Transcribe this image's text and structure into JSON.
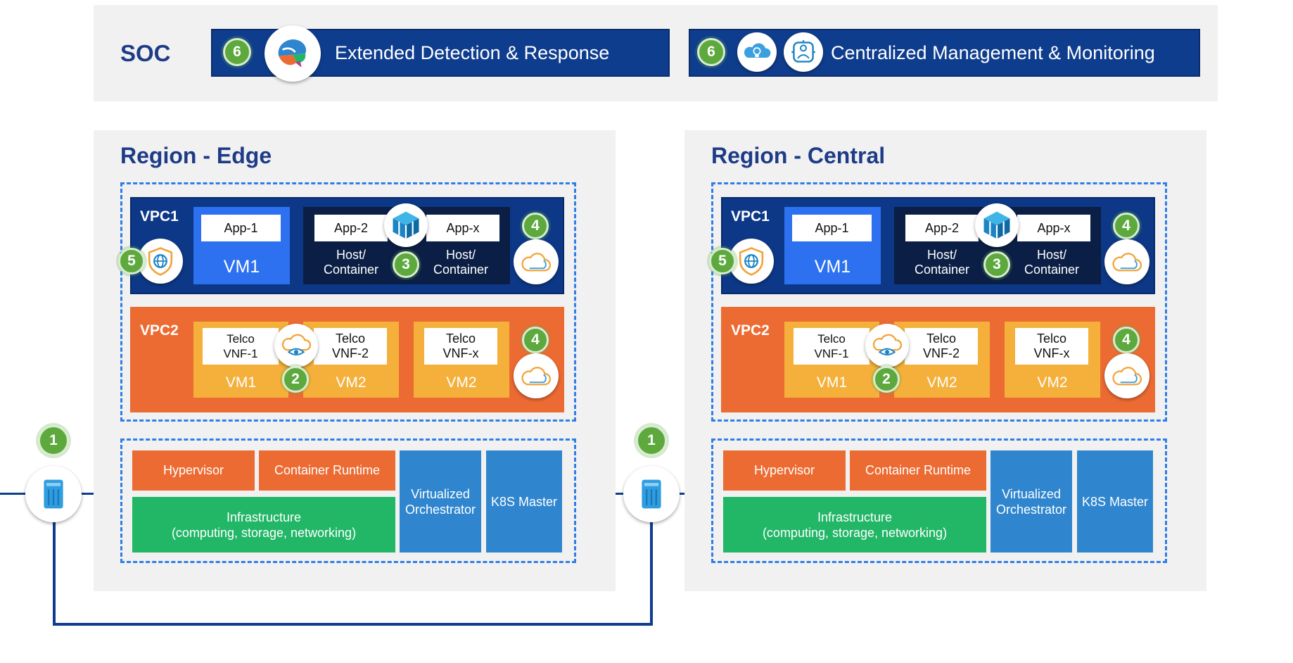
{
  "soc": {
    "label": "SOC",
    "xdr": {
      "badge": "6",
      "label": "Extended Detection & Response"
    },
    "mgmt": {
      "badge": "6",
      "label": "Centralized Management & Monitoring"
    }
  },
  "regions": [
    {
      "title": "Region - Edge",
      "vpc1": {
        "label": "VPC1",
        "app1": "App-1",
        "vm1": "VM1",
        "app2": "App-2",
        "appx": "App-x",
        "host_line1": "Host/",
        "host_line2": "Container",
        "badge_host": "3",
        "badge_cloud": "4",
        "badge_shield": "5"
      },
      "vpc2": {
        "label": "VPC2",
        "telco1_line1": "Telco",
        "telco1_line2": "VNF-1",
        "telco2_line1": "Telco",
        "telco2_line2": "VNF-2",
        "telcox_line1": "Telco",
        "telcox_line2": "VNF-x",
        "vm1": "VM1",
        "vm2a": "VM2",
        "vm2b": "VM2",
        "badge_vnf": "2",
        "badge_cloud": "4"
      },
      "infra": {
        "hypervisor": "Hypervisor",
        "container_runtime": "Container Runtime",
        "infrastructure_line1": "Infrastructure",
        "infrastructure_line2": "(computing, storage, networking)",
        "orchestrator_line1": "Virtualized",
        "orchestrator_line2": "Orchestrator",
        "k8s": "K8S Master"
      },
      "gateway_badge": "1"
    },
    {
      "title": "Region - Central",
      "vpc1": {
        "label": "VPC1",
        "app1": "App-1",
        "vm1": "VM1",
        "app2": "App-2",
        "appx": "App-x",
        "host_line1": "Host/",
        "host_line2": "Container",
        "badge_host": "3",
        "badge_cloud": "4",
        "badge_shield": "5"
      },
      "vpc2": {
        "label": "VPC2",
        "telco1_line1": "Telco",
        "telco1_line2": "VNF-1",
        "telco2_line1": "Telco",
        "telco2_line2": "VNF-2",
        "telcox_line1": "Telco",
        "telcox_line2": "VNF-x",
        "vm1": "VM1",
        "vm2a": "VM2",
        "vm2b": "VM2",
        "badge_vnf": "2",
        "badge_cloud": "4"
      },
      "infra": {
        "hypervisor": "Hypervisor",
        "container_runtime": "Container Runtime",
        "infrastructure_line1": "Infrastructure",
        "infrastructure_line2": "(computing, storage, networking)",
        "orchestrator_line1": "Virtualized",
        "orchestrator_line2": "Orchestrator",
        "k8s": "K8S Master"
      },
      "gateway_badge": "1"
    }
  ],
  "colors": {
    "navy": "#0f3d8e",
    "orange": "#ec6b33",
    "green": "#22b667",
    "badge_green": "#5da93e",
    "dashed_blue": "#2f7ee8",
    "vm_blue": "#2d71f0",
    "vm_yellow": "#f4b03b"
  }
}
